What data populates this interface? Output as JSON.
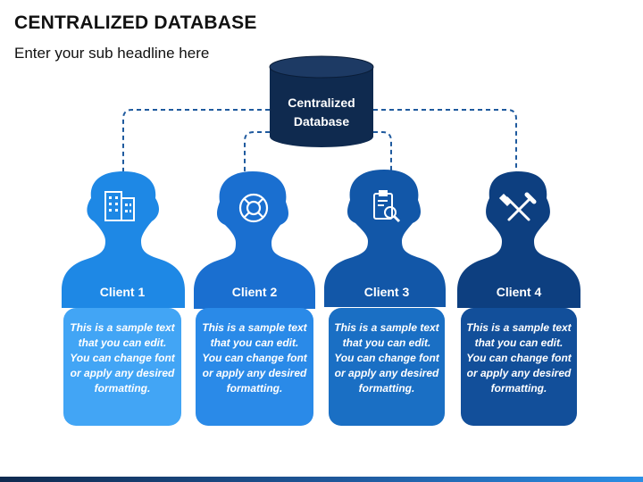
{
  "title": "CENTRALIZED DATABASE",
  "subtitle": "Enter your sub headline here",
  "database": {
    "line1": "Centralized",
    "line2": "Database"
  },
  "clients": [
    {
      "name": "Client 1",
      "icon": "building-icon",
      "text": "This is a sample text that you can edit. You can change font or apply any desired formatting."
    },
    {
      "name": "Client 2",
      "icon": "lifebuoy-icon",
      "text": "This is a sample text that you can edit. You can change font or apply any desired formatting."
    },
    {
      "name": "Client 3",
      "icon": "clipboard-search-icon",
      "text": "This is a sample text that you can edit. You can change font or apply any desired formatting."
    },
    {
      "name": "Client 4",
      "icon": "tools-icon",
      "text": "This is a sample text that you can edit. You can change font or apply any desired formatting."
    }
  ],
  "colors": {
    "database": "#0f2a4f",
    "connector": "#1f5a9e",
    "client1_head": "#1e88e5",
    "client1_box": "#42a5f5",
    "client2_head": "#1a6fd0",
    "client2_box": "#2a8ae8",
    "client3_head": "#1257a8",
    "client3_box": "#1a6fc4",
    "client4_head": "#0d3f80",
    "client4_box": "#124f9a"
  }
}
